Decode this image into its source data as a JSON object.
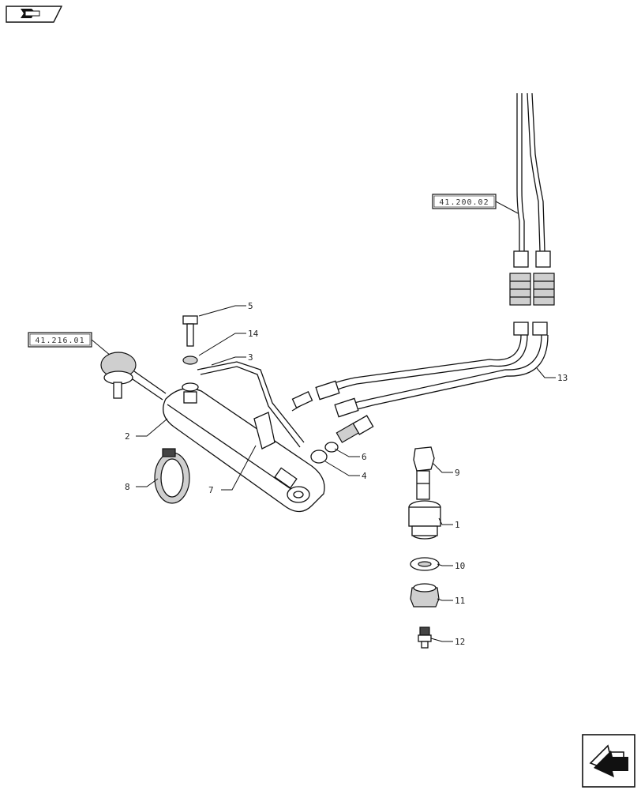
{
  "references": [
    {
      "id": "ref-41-200-02",
      "text": "41.200.02"
    },
    {
      "id": "ref-41-216-01",
      "text": "41.216.01"
    }
  ],
  "callouts": [
    "1",
    "2",
    "3",
    "4",
    "5",
    "6",
    "7",
    "8",
    "9",
    "10",
    "11",
    "12",
    "13",
    "14"
  ],
  "icons": {
    "top_left": "back-arrow-icon",
    "bottom_right": "next-page-arrow-icon"
  },
  "colors": {
    "line": "#111111",
    "background": "#ffffff"
  }
}
